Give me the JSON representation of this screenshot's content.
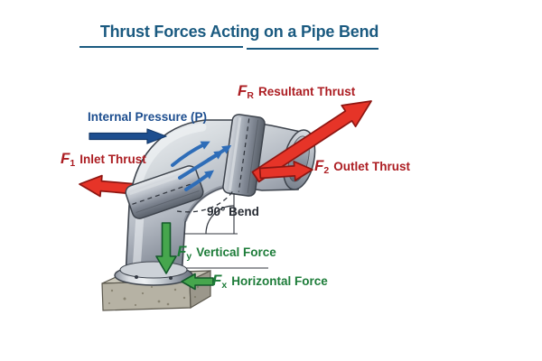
{
  "title": {
    "text": "Thrust Forces Acting on a Pipe Bend"
  },
  "labels": {
    "internal_pressure": {
      "text": "Internal Pressure (P)"
    },
    "inlet": {
      "sym": "F",
      "sub": "1",
      "text": "Inlet Thrust"
    },
    "outlet": {
      "sym": "F",
      "sub": "2",
      "text": "Outlet Thrust"
    },
    "resultant": {
      "sym": "F",
      "sub": "R",
      "text": "Resultant Thrust"
    },
    "vertical": {
      "sym": "F",
      "sub": "y",
      "text": "Vertical Force"
    },
    "horizontal": {
      "sym": "F",
      "sub": "x",
      "text": "Horizontal Force"
    },
    "bend_angle": {
      "text": "90° Bend"
    }
  },
  "arrows": {
    "resultant": "red-arrow-up-right",
    "outlet": "red-arrow-right",
    "inlet": "red-arrow-left",
    "pressure": "blue-arrow-right",
    "vertical": "green-arrow-down",
    "horizontal": "green-arrow-left",
    "flow": "curved-blue-flow-arrows"
  },
  "colors": {
    "title_blue": "#1a5a80",
    "force_red": "#ac1d22",
    "arrow_red": "#e63428",
    "arrow_red_dark": "#8e1612",
    "pressure_blue": "#1d4e8f",
    "pressure_dark": "#143a6b",
    "flow_blue": "#2e6db8",
    "force_green": "#1d7c39",
    "arrow_green": "#46a64d",
    "arrow_green_dark": "#14592b",
    "angle_text": "#272c34"
  }
}
